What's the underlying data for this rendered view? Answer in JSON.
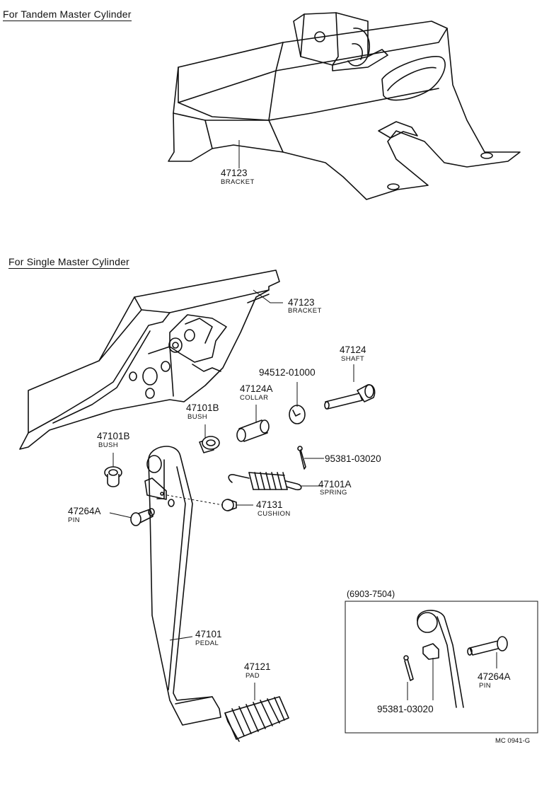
{
  "sections": {
    "tandem": {
      "title": "For Tandem Master Cylinder"
    },
    "single": {
      "title": "For Single Master Cylinder"
    }
  },
  "labels": {
    "tandem_bracket": {
      "number": "47123",
      "name": "BRACKET"
    },
    "bracket": {
      "number": "47123",
      "name": "BRACKET"
    },
    "shaft": {
      "number": "47124",
      "name": "SHAFT"
    },
    "washer": {
      "number": "94512-01000"
    },
    "collar": {
      "number": "47124A",
      "name": "COLLAR"
    },
    "bush_upper": {
      "number": "47101B",
      "name": "BUSH"
    },
    "bush_left": {
      "number": "47101B",
      "name": "BUSH"
    },
    "cotter_pin": {
      "number": "95381-03020"
    },
    "spring": {
      "number": "47101A",
      "name": "SPRING"
    },
    "pin": {
      "number": "47264A",
      "name": "PIN"
    },
    "cushion": {
      "number": "47131",
      "name": "CUSHION"
    },
    "pedal": {
      "number": "47101",
      "name": "PEDAL"
    },
    "pad": {
      "number": "47121",
      "name": "PAD"
    }
  },
  "inset": {
    "title": "(6903-7504)",
    "cotter_pin": {
      "number": "95381-03020"
    },
    "pin": {
      "number": "47264A",
      "name": "PIN"
    }
  },
  "footer": {
    "code": "MC 0941-G"
  }
}
